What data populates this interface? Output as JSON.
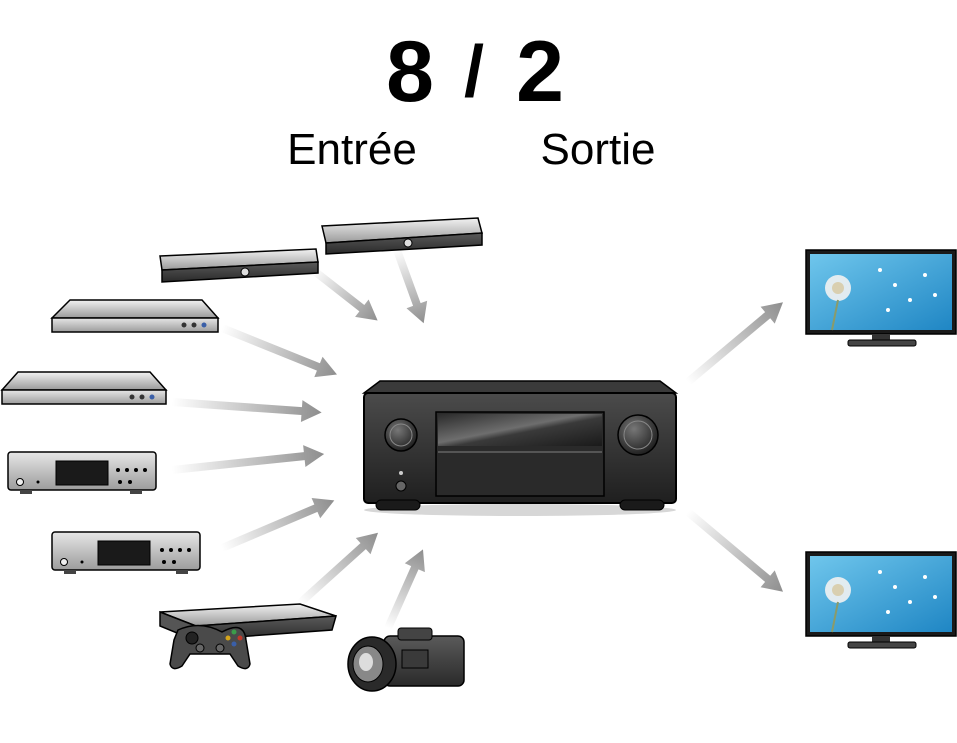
{
  "header": {
    "input_count": "8",
    "separator": "/",
    "output_count": "2",
    "input_label": "Entrée",
    "output_label": "Sortie"
  },
  "devices": {
    "inputs": [
      {
        "name": "streaming-box-icon"
      },
      {
        "name": "streaming-box-icon"
      },
      {
        "name": "blu-ray-player-icon"
      },
      {
        "name": "blu-ray-player-icon"
      },
      {
        "name": "cd-player-icon"
      },
      {
        "name": "cd-player-icon"
      },
      {
        "name": "game-console-icon"
      },
      {
        "name": "camcorder-icon"
      }
    ],
    "hub": {
      "name": "av-receiver-icon"
    },
    "outputs": [
      {
        "name": "tv-icon"
      },
      {
        "name": "tv-icon"
      }
    ]
  }
}
